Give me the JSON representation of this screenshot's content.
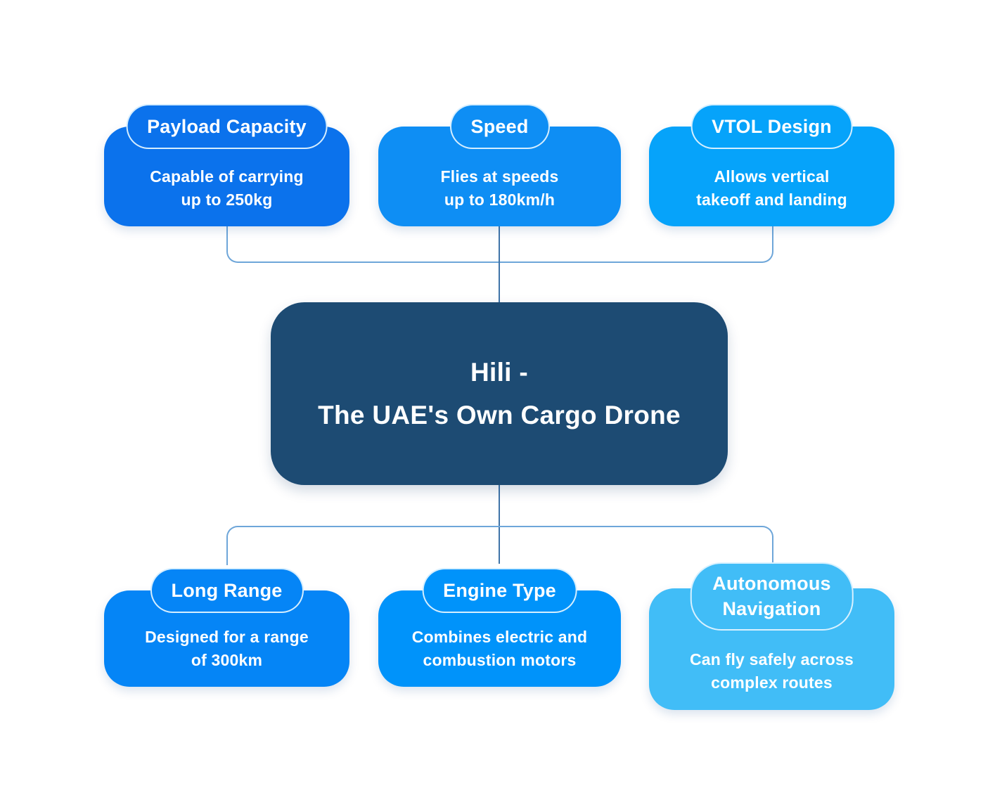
{
  "diagram": {
    "background_color": "#ffffff",
    "connector_color": "#6ea6d9",
    "stem_color": "#3f74a8",
    "center": {
      "title": "Hili -\nThe UAE's Own Cargo Drone",
      "color": "#1d4b73",
      "text_color": "#ffffff"
    },
    "nodes": [
      {
        "id": "payload-capacity",
        "title": "Payload Capacity",
        "body": "Capable of carrying\nup to 250kg",
        "color": "#0b72ec",
        "position": "top-left"
      },
      {
        "id": "speed",
        "title": "Speed",
        "body": "Flies at speeds\nup to 180km/h",
        "color": "#0e8ef4",
        "position": "top-center"
      },
      {
        "id": "vtol-design",
        "title": "VTOL Design",
        "body": "Allows vertical\ntakeoff and landing",
        "color": "#06a3fa",
        "position": "top-right"
      },
      {
        "id": "long-range",
        "title": "Long Range",
        "body": "Designed for a range\nof 300km",
        "color": "#0585f6",
        "position": "bottom-left"
      },
      {
        "id": "engine-type",
        "title": "Engine Type",
        "body": "Combines electric and\ncombustion motors",
        "color": "#0093fa",
        "position": "bottom-center"
      },
      {
        "id": "autonomous-navigation",
        "title": "Autonomous\nNavigation",
        "body": "Can fly safely across\ncomplex routes",
        "color": "#41bdf7",
        "position": "bottom-right"
      }
    ]
  }
}
